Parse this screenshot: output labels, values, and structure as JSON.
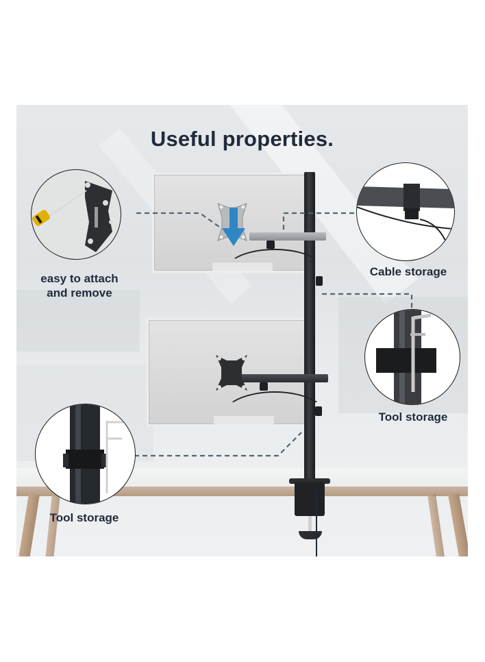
{
  "title": "Useful properties.",
  "callouts": [
    {
      "id": "attach",
      "label_line1": "easy to attach",
      "label_line2": "and remove",
      "icon": "vesa-plate-screwdriver"
    },
    {
      "id": "cable",
      "label": "Cable storage",
      "icon": "arm-cable-clip"
    },
    {
      "id": "tool-right",
      "label": "Tool storage",
      "icon": "pole-allen-key-holder"
    },
    {
      "id": "tool-left",
      "label": "Tool storage",
      "icon": "pole-allen-key-holder-closeup"
    }
  ],
  "product": {
    "monitors": 2,
    "arrow_color": "#2f86c4",
    "pole_color": "#25282c",
    "leader_line_color": "#4f6676"
  },
  "colors": {
    "title_text": "#1f2a3a",
    "background": "#e4e7e9",
    "desk_wood": "#b9a08a"
  }
}
